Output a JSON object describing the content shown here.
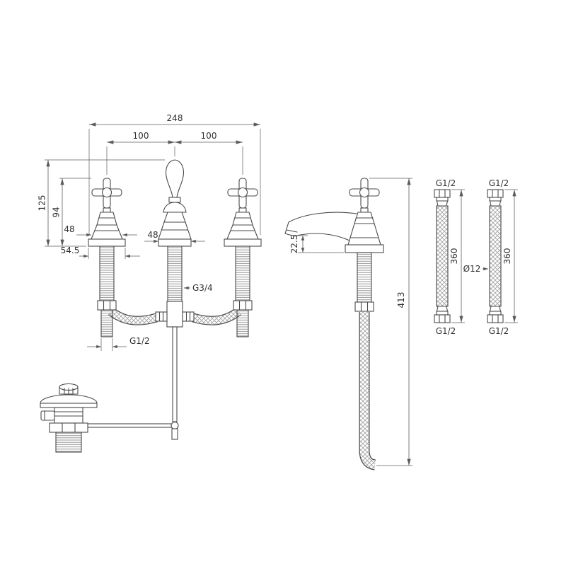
{
  "page": {
    "background": "#ffffff",
    "line_color": "#4a4a4a"
  },
  "front_view": {
    "dim_total_width": "248",
    "dim_pitch_left": "100",
    "dim_pitch_right": "100",
    "dim_overall_height": "125",
    "dim_handle_height": "94",
    "dim_handle_width": "48",
    "dim_base_width": "54.5",
    "dim_spout_base_width": "48",
    "label_spout_tail_thread": "G3/4",
    "label_supply_tail_thread": "G1/2"
  },
  "side_view": {
    "dim_spout_height": "22.5",
    "dim_overall_height": "413"
  },
  "flexi_hoses": {
    "diameter": "Ø12",
    "hose1": {
      "thread_top": "G1/2",
      "length": "360",
      "thread_bottom": "G1/2"
    },
    "hose2": {
      "thread_top": "G1/2",
      "length": "360",
      "thread_bottom": "G1/2"
    }
  }
}
